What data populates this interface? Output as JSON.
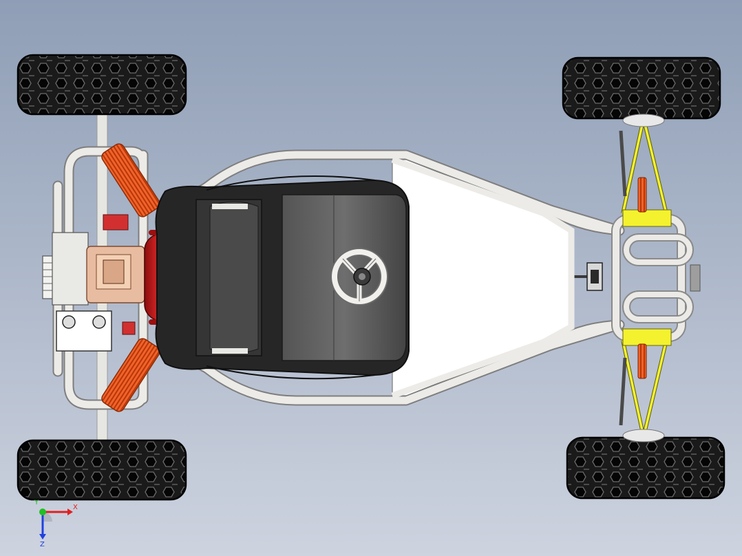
{
  "viewport": {
    "background_top": "#8f9eb6",
    "background_bottom": "#cdd3df"
  },
  "model": {
    "parts": [
      "rear-left-tire",
      "rear-right-tire",
      "front-left-tire",
      "front-right-tire",
      "tube-frame",
      "seat",
      "steering-wheel",
      "engine",
      "fuel-tank",
      "rear-shocks",
      "front-suspension-arms",
      "steering-column"
    ],
    "colors": {
      "tube": "#e9e8e4",
      "tire": "#141414",
      "seat": "#3a3a3a",
      "spring": "#e04a12",
      "tank": "#d41c1c",
      "a_arm": "#f2f02c",
      "engine": "#e6b89c"
    }
  },
  "triad": {
    "x_label": "X",
    "y_label": "Y",
    "z_label": "Z",
    "x_color": "#e02020",
    "y_color": "#22c022",
    "z_color": "#2040e0"
  }
}
